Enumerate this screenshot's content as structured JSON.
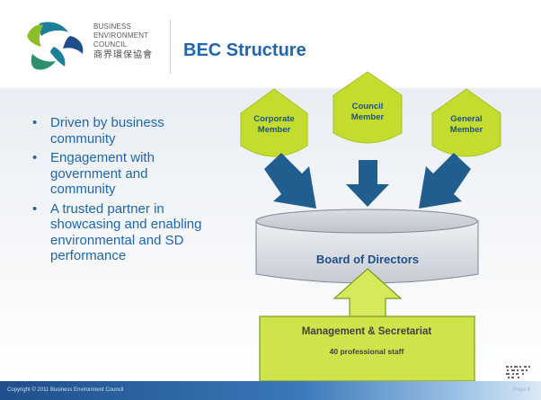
{
  "header": {
    "logo_line1": "BUSINESS",
    "logo_line2": "ENVIRONMENT",
    "logo_line3": "COUNCIL",
    "logo_chinese": "商界環保協會",
    "title": "BEC Structure"
  },
  "bullets": [
    "Driven by business community",
    "Engagement with government and community",
    "A trusted partner in showcasing and enabling environmental and SD performance"
  ],
  "diagram": {
    "members": [
      {
        "line1": "Corporate",
        "line2": "Member"
      },
      {
        "line1": "Council",
        "line2": "Member"
      },
      {
        "line1": "General",
        "line2": "Member"
      }
    ],
    "board": "Board of Directors",
    "management": "Management & Secretariat",
    "staff": "40 professional staff"
  },
  "footer": {
    "copyright": "Copyright © 2011 Business Environment Council",
    "page": "Page 4"
  },
  "colors": {
    "title_blue": "#1f66ad",
    "member_green": "#c3dc2e",
    "arrow_blue": "#1f5e8e",
    "box_green": "#cfe34a"
  }
}
